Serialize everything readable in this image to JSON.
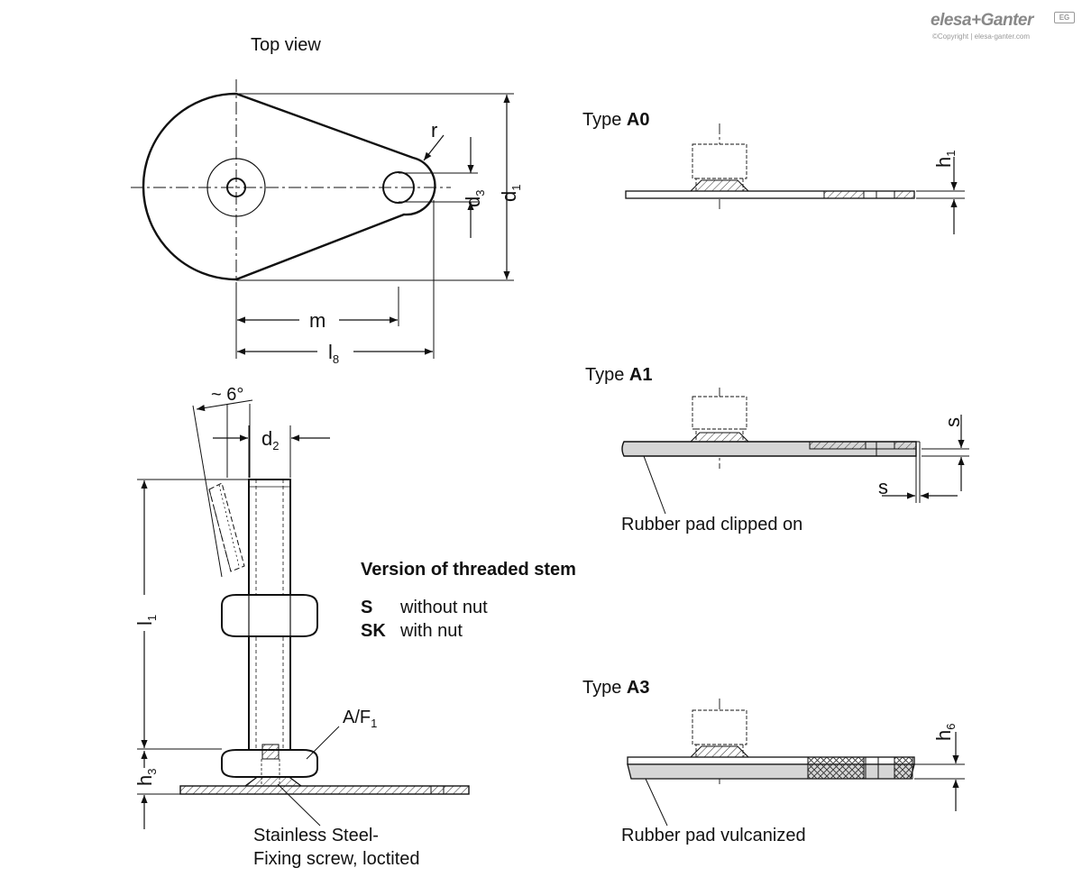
{
  "logo": {
    "brand": "elesa+Ganter",
    "copyright": "©Copyright | elesa-ganter.com",
    "badge": "EG"
  },
  "views": {
    "top_view": "Top view",
    "type_a0": {
      "prefix": "Type ",
      "code": "A0"
    },
    "type_a1": {
      "prefix": "Type ",
      "code": "A1"
    },
    "type_a3": {
      "prefix": "Type ",
      "code": "A3"
    }
  },
  "dimensions": {
    "r": "r",
    "d3": {
      "main": "d",
      "sub": "3"
    },
    "d1": {
      "main": "d",
      "sub": "1"
    },
    "m": "m",
    "l8": {
      "main": "l",
      "sub": "8"
    },
    "angle": "~ 6°",
    "d2": {
      "main": "d",
      "sub": "2"
    },
    "l1": {
      "main": "l",
      "sub": "1"
    },
    "h3": {
      "main": "h",
      "sub": "3"
    },
    "af1": {
      "main": "A/F",
      "sub": "1"
    },
    "h1": {
      "main": "h",
      "sub": "1"
    },
    "s_vertical": "s",
    "s_horizontal": "s",
    "h6": {
      "main": "h",
      "sub": "6"
    }
  },
  "notes": {
    "rubber_clipped": "Rubber pad clipped on",
    "rubber_vulcanized": "Rubber pad vulcanized",
    "screw_line1": "Stainless Steel-",
    "screw_line2": "Fixing screw, loctited"
  },
  "legend": {
    "title": "Version of threaded stem",
    "items": [
      {
        "code": "S",
        "desc": "without nut"
      },
      {
        "code": "SK",
        "desc": "with nut"
      }
    ]
  },
  "colors": {
    "line": "#111111",
    "rubber": "#d6d6d6",
    "hatch": "#444444"
  }
}
